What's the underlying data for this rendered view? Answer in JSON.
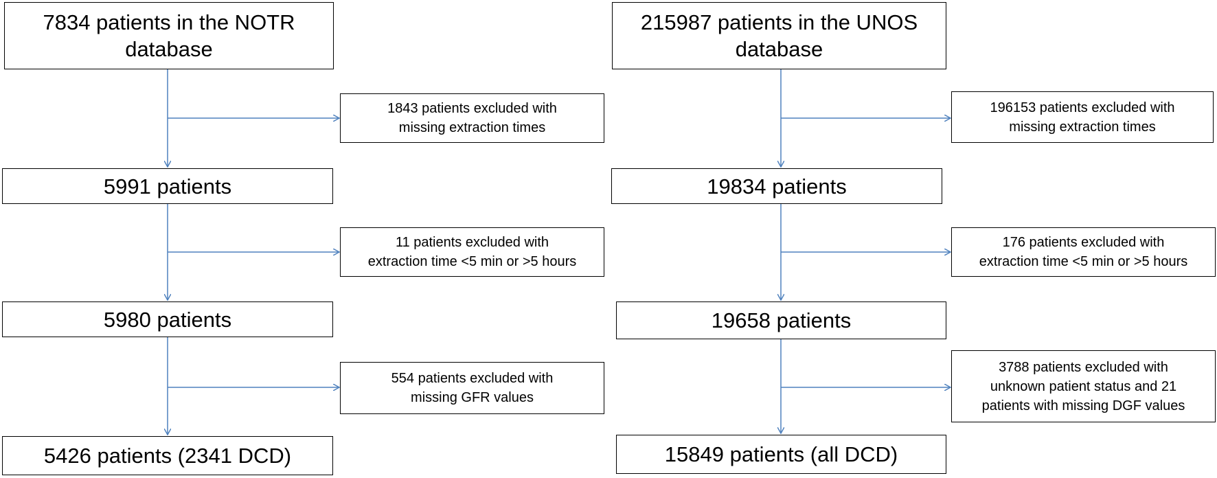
{
  "flowchart": {
    "left": {
      "steps": [
        "7834 patients in the NOTR\ndatabase",
        "5991 patients",
        "5980 patients",
        "5426 patients (2341 DCD)"
      ],
      "exclusions": [
        "1843 patients excluded with\nmissing extraction times",
        "11 patients excluded with\nextraction time <5 min or >5 hours",
        "554 patients excluded with\nmissing GFR values"
      ]
    },
    "right": {
      "steps": [
        "215987 patients in the UNOS\ndatabase",
        "19834 patients",
        "19658 patients",
        "15849 patients (all DCD)"
      ],
      "exclusions": [
        "196153 patients excluded with\nmissing extraction times",
        "176 patients excluded with\nextraction time <5 min or >5 hours",
        "3788 patients excluded with\nunknown patient status and 21\npatients with missing DGF values"
      ]
    }
  },
  "colors": {
    "connector": "#4f81bd",
    "border": "#000000"
  }
}
